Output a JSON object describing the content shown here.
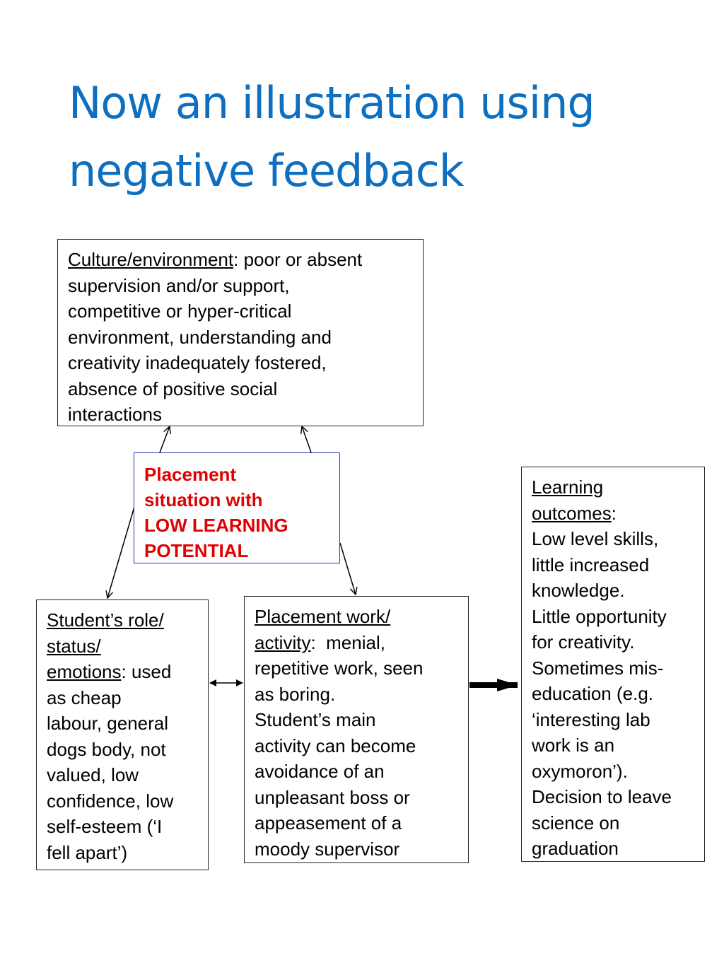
{
  "title": {
    "line1": "Now an illustration using",
    "line2": "negative feedback"
  },
  "boxes": {
    "culture": {
      "heading": "Culture/environment",
      "lines": [
        ": poor or absent",
        "supervision and/or support,",
        "competitive or hyper-critical",
        "environment, understanding and",
        "creativity inadequately fostered,",
        "absence of positive social",
        "interactions"
      ]
    },
    "placement": {
      "lines": [
        "Placement",
        "situation with",
        "LOW LEARNING",
        "POTENTIAL"
      ]
    },
    "student": {
      "heading_lines": [
        "Student’s role/",
        "status/",
        "emotions"
      ],
      "lines": [
        ": used",
        "as cheap",
        "labour, general",
        "dogs body, not",
        "valued, low",
        "confidence, low",
        "self-esteem (‘I",
        "fell apart’)"
      ]
    },
    "work": {
      "heading_lines": [
        "Placement work/",
        "activity"
      ],
      "lines": [
        ":  menial,",
        "repetitive work, seen",
        "as boring.",
        "Student’s main",
        "activity can become",
        "avoidance of an",
        "unpleasant boss or",
        "appeasement of a",
        "moody supervisor"
      ]
    },
    "outcomes": {
      "heading_lines": [
        "Learning",
        "outcomes"
      ],
      "lines": [
        ":",
        "Low level skills,",
        "little increased",
        "knowledge.",
        "Little opportunity",
        "for creativity.",
        "Sometimes mis-",
        "education (e.g.",
        "‘interesting lab",
        "work is an",
        "oxymoron’).",
        "Decision to leave",
        "science on",
        "graduation"
      ]
    }
  },
  "colors": {
    "title": "#0e6fc1",
    "placement_text": "#e00000",
    "placement_border": "#2433b5"
  }
}
